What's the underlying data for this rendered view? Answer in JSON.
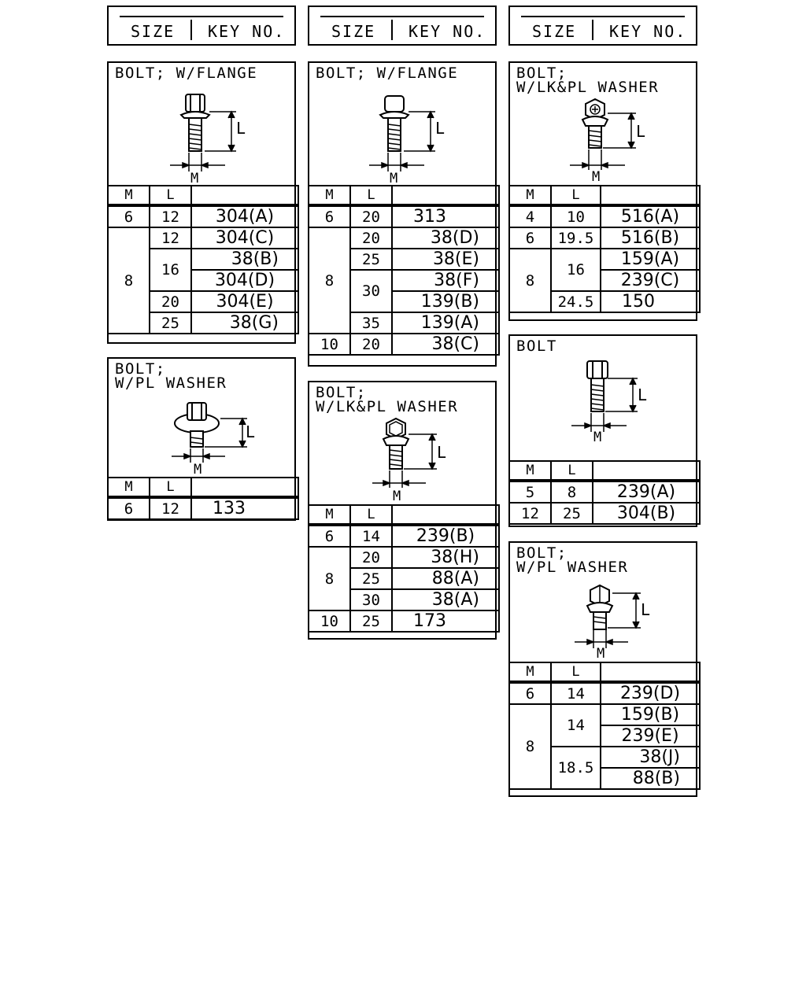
{
  "header": {
    "size_label": "SIZE",
    "key_label": "KEY NO."
  },
  "columns": {
    "m": "M",
    "l": "L"
  },
  "dims": {
    "l": "L",
    "m": "M"
  },
  "cards": {
    "c1": {
      "title": "BOLT; W/FLANGE",
      "rows": [
        {
          "m": "6",
          "l": "12",
          "key": "304(A)"
        },
        {
          "m": "8",
          "l": "12",
          "key": "304(C)"
        },
        {
          "l": "16",
          "key": "38(B)"
        },
        {
          "key": "304(D)"
        },
        {
          "l": "20",
          "key": "304(E)"
        },
        {
          "l": "25",
          "key": "38(G)"
        }
      ]
    },
    "c2": {
      "title": "BOLT;\nW/PL WASHER",
      "rows": [
        {
          "m": "6",
          "l": "12",
          "key": "133"
        }
      ]
    },
    "c3": {
      "title": "BOLT; W/FLANGE",
      "rows": [
        {
          "m": "6",
          "l": "20",
          "key": "313"
        },
        {
          "m": "8",
          "l": "20",
          "key": "38(D)"
        },
        {
          "l": "25",
          "key": "38(E)"
        },
        {
          "l": "30",
          "key": "38(F)"
        },
        {
          "key": "139(B)"
        },
        {
          "l": "35",
          "key": "139(A)"
        },
        {
          "m": "10",
          "l": "20",
          "key": "38(C)"
        }
      ]
    },
    "c4": {
      "title": "BOLT;\nW/LK&PL WASHER",
      "rows": [
        {
          "m": "6",
          "l": "14",
          "key": "239(B)"
        },
        {
          "m": "8",
          "l": "20",
          "key": "38(H)"
        },
        {
          "l": "25",
          "key": "88(A)"
        },
        {
          "l": "30",
          "key": "38(A)"
        },
        {
          "m": "10",
          "l": "25",
          "key": "173"
        }
      ]
    },
    "c5": {
      "title": "BOLT;\nW/LK&PL WASHER",
      "rows": [
        {
          "m": "4",
          "l": "10",
          "key": "516(A)"
        },
        {
          "m": "6",
          "l": "19.5",
          "key": "516(B)"
        },
        {
          "m": "8",
          "l": "16",
          "key": "159(A)"
        },
        {
          "key": "239(C)"
        },
        {
          "l": "24.5",
          "key": "150"
        }
      ]
    },
    "c6": {
      "title": "BOLT",
      "rows": [
        {
          "m": "5",
          "l": "8",
          "key": "239(A)"
        },
        {
          "m": "12",
          "l": "25",
          "key": "304(B)"
        }
      ]
    },
    "c7": {
      "title": "BOLT;\nW/PL WASHER",
      "rows": [
        {
          "m": "6",
          "l": "14",
          "key": "239(D)"
        },
        {
          "m": "8",
          "l": "14",
          "key": "159(B)"
        },
        {
          "key": "239(E)"
        },
        {
          "l": "18.5",
          "key": "38(J)"
        },
        {
          "key": "88(B)"
        }
      ]
    }
  }
}
